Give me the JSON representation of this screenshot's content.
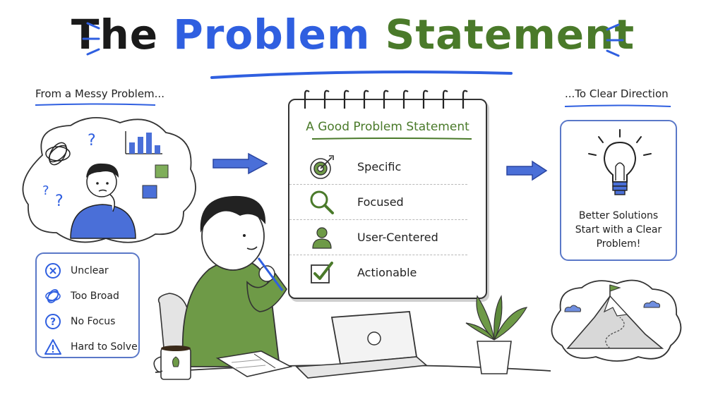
{
  "title": {
    "word1": "The",
    "word2": "Problem",
    "word3": "Statement"
  },
  "left": {
    "caption": "From a Messy Problem...",
    "issues": [
      {
        "label": "Unclear",
        "icon": "x-circle-icon"
      },
      {
        "label": "Too Broad",
        "icon": "tangle-icon"
      },
      {
        "label": "No Focus",
        "icon": "question-circle-icon"
      },
      {
        "label": "Hard to Solve",
        "icon": "warning-icon"
      }
    ]
  },
  "notebook": {
    "heading": "A Good Problem Statement",
    "items": [
      {
        "label": "Specific",
        "icon": "target-icon"
      },
      {
        "label": "Focused",
        "icon": "magnifier-icon"
      },
      {
        "label": "User-Centered",
        "icon": "user-icon"
      },
      {
        "label": "Actionable",
        "icon": "checkbox-icon"
      }
    ]
  },
  "right": {
    "caption": "...To Clear Direction",
    "message_line1": "Better Solutions",
    "message_line2": "Start with a Clear",
    "message_line3": "Problem!"
  },
  "colors": {
    "blue": "#2f5fe0",
    "green": "#4a7a2a",
    "arrow": "#4a6fd8"
  }
}
